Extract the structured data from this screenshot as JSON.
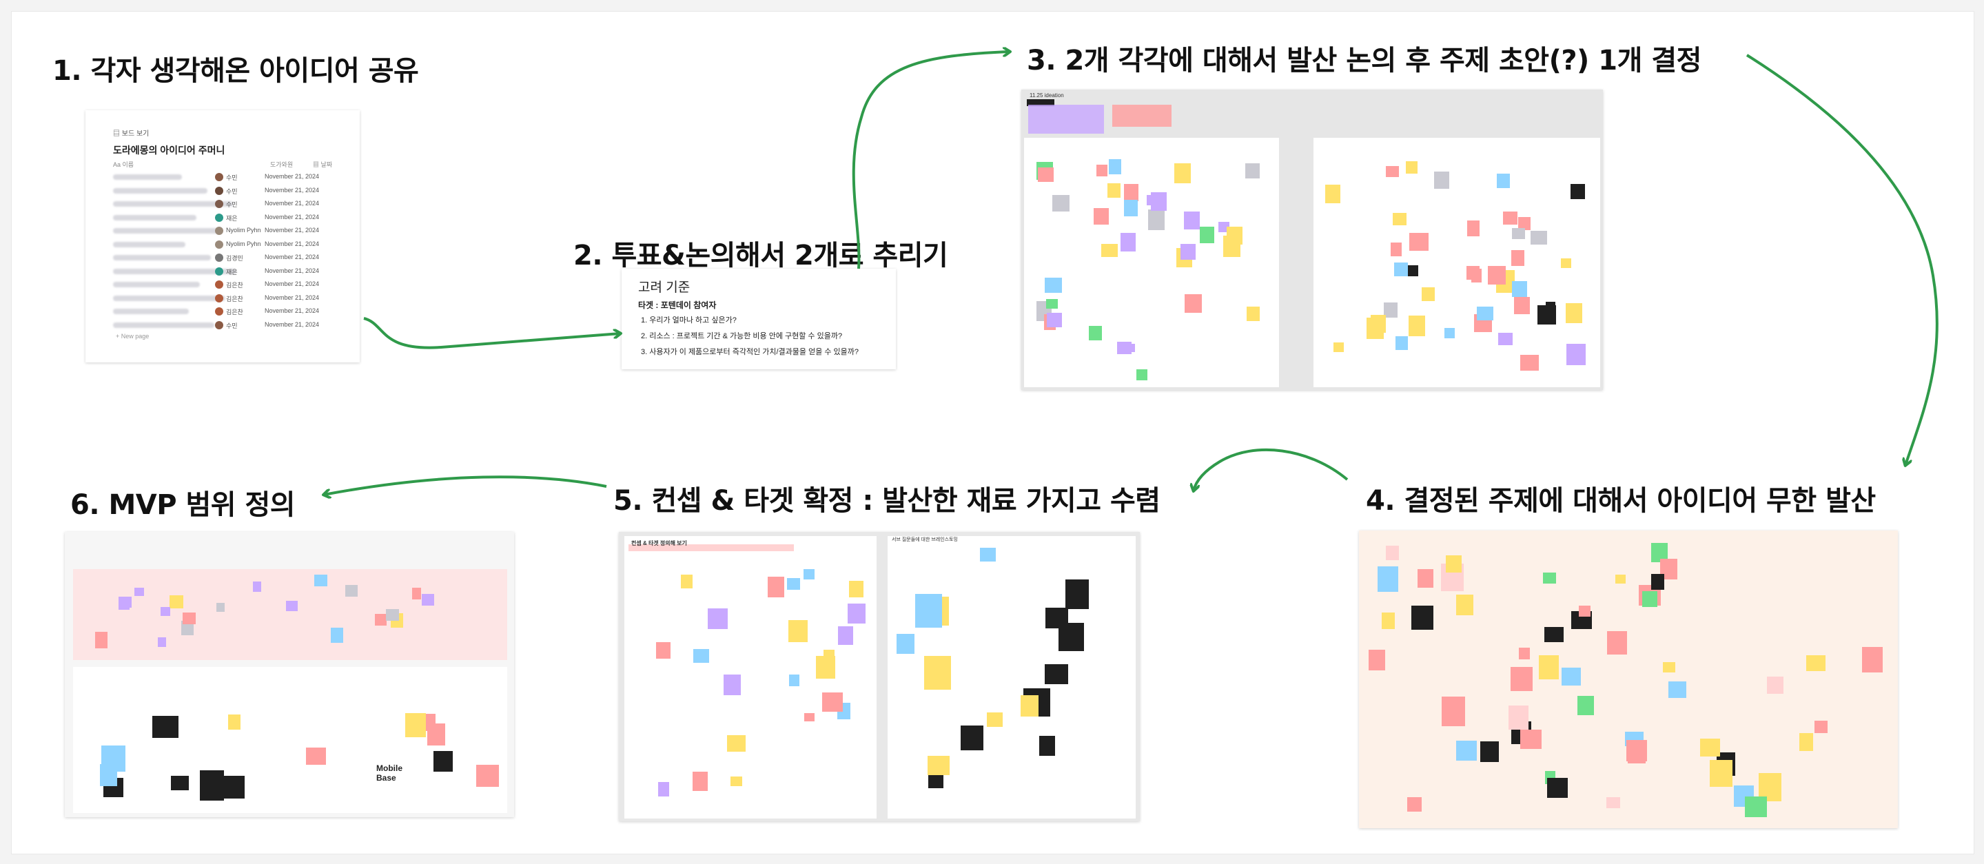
{
  "steps": {
    "s1": "1. 각자 생각해온 아이디어 공유",
    "s2": "2. 투표&논의해서 2개로 추리기",
    "s3": "3. 2개 각각에 대해서 발산 논의 후 주제 초안(?) 1개 결정",
    "s4": "4. 결정된 주제에 대해서 아이디어 무한 발산",
    "s5": "5. 컨셉 & 타겟 확정 : 발산한 재료 가지고 수렴",
    "s6": "6. MVP 범위 정의"
  },
  "doc": {
    "breadcrumb": "보드 보기",
    "title": "도라에몽의 아이디어 주머니",
    "col_name": "이름",
    "col_author": "도가와원",
    "col_date": "날짜",
    "rows": [
      {
        "who": "수민",
        "date": "November 21, 2024"
      },
      {
        "who": "수민",
        "date": "November 21, 2024"
      },
      {
        "who": "수민",
        "date": "November 21, 2024"
      },
      {
        "who": "재은",
        "date": "November 21, 2024"
      },
      {
        "who": "Nyolim Pyhn",
        "date": "November 21, 2024"
      },
      {
        "who": "Nyolim Pyhn",
        "date": "November 21, 2024"
      },
      {
        "who": "김경민",
        "date": "November 21, 2024"
      },
      {
        "who": "재은",
        "date": "November 21, 2024"
      },
      {
        "who": "김은찬",
        "date": "November 21, 2024"
      },
      {
        "who": "김은찬",
        "date": "November 21, 2024"
      },
      {
        "who": "김은찬",
        "date": "November 21, 2024"
      },
      {
        "who": "수민",
        "date": "November 21, 2024"
      }
    ],
    "new_page": "+ New page"
  },
  "criteria": {
    "heading": "고려 기준",
    "target": "타겟 : 포텐데이 참여자",
    "items": [
      "1.  우리가 얼마나 하고 싶은가?",
      "2.  리소스 : 프로젝트 기간 & 가능한 비용 안에 구현할 수 있을까?",
      "3.  사용자가 이 제품으로부터 즉각적인 가치/결과물을 얻을 수 있을까?"
    ]
  },
  "board3": {
    "tag": "11.25 ideation"
  },
  "board5": {
    "title": "컨셉 & 타겟 정의해 보기",
    "right_title": "서브 질문들에 대한 브레인스토밍"
  },
  "board6": {
    "mobile_base": "Mobile Base"
  },
  "colors": {
    "arrow": "#2f9a4a",
    "yellow": "#ffe16b",
    "blue": "#8fd3ff",
    "pink": "#ff9e9e"
  }
}
